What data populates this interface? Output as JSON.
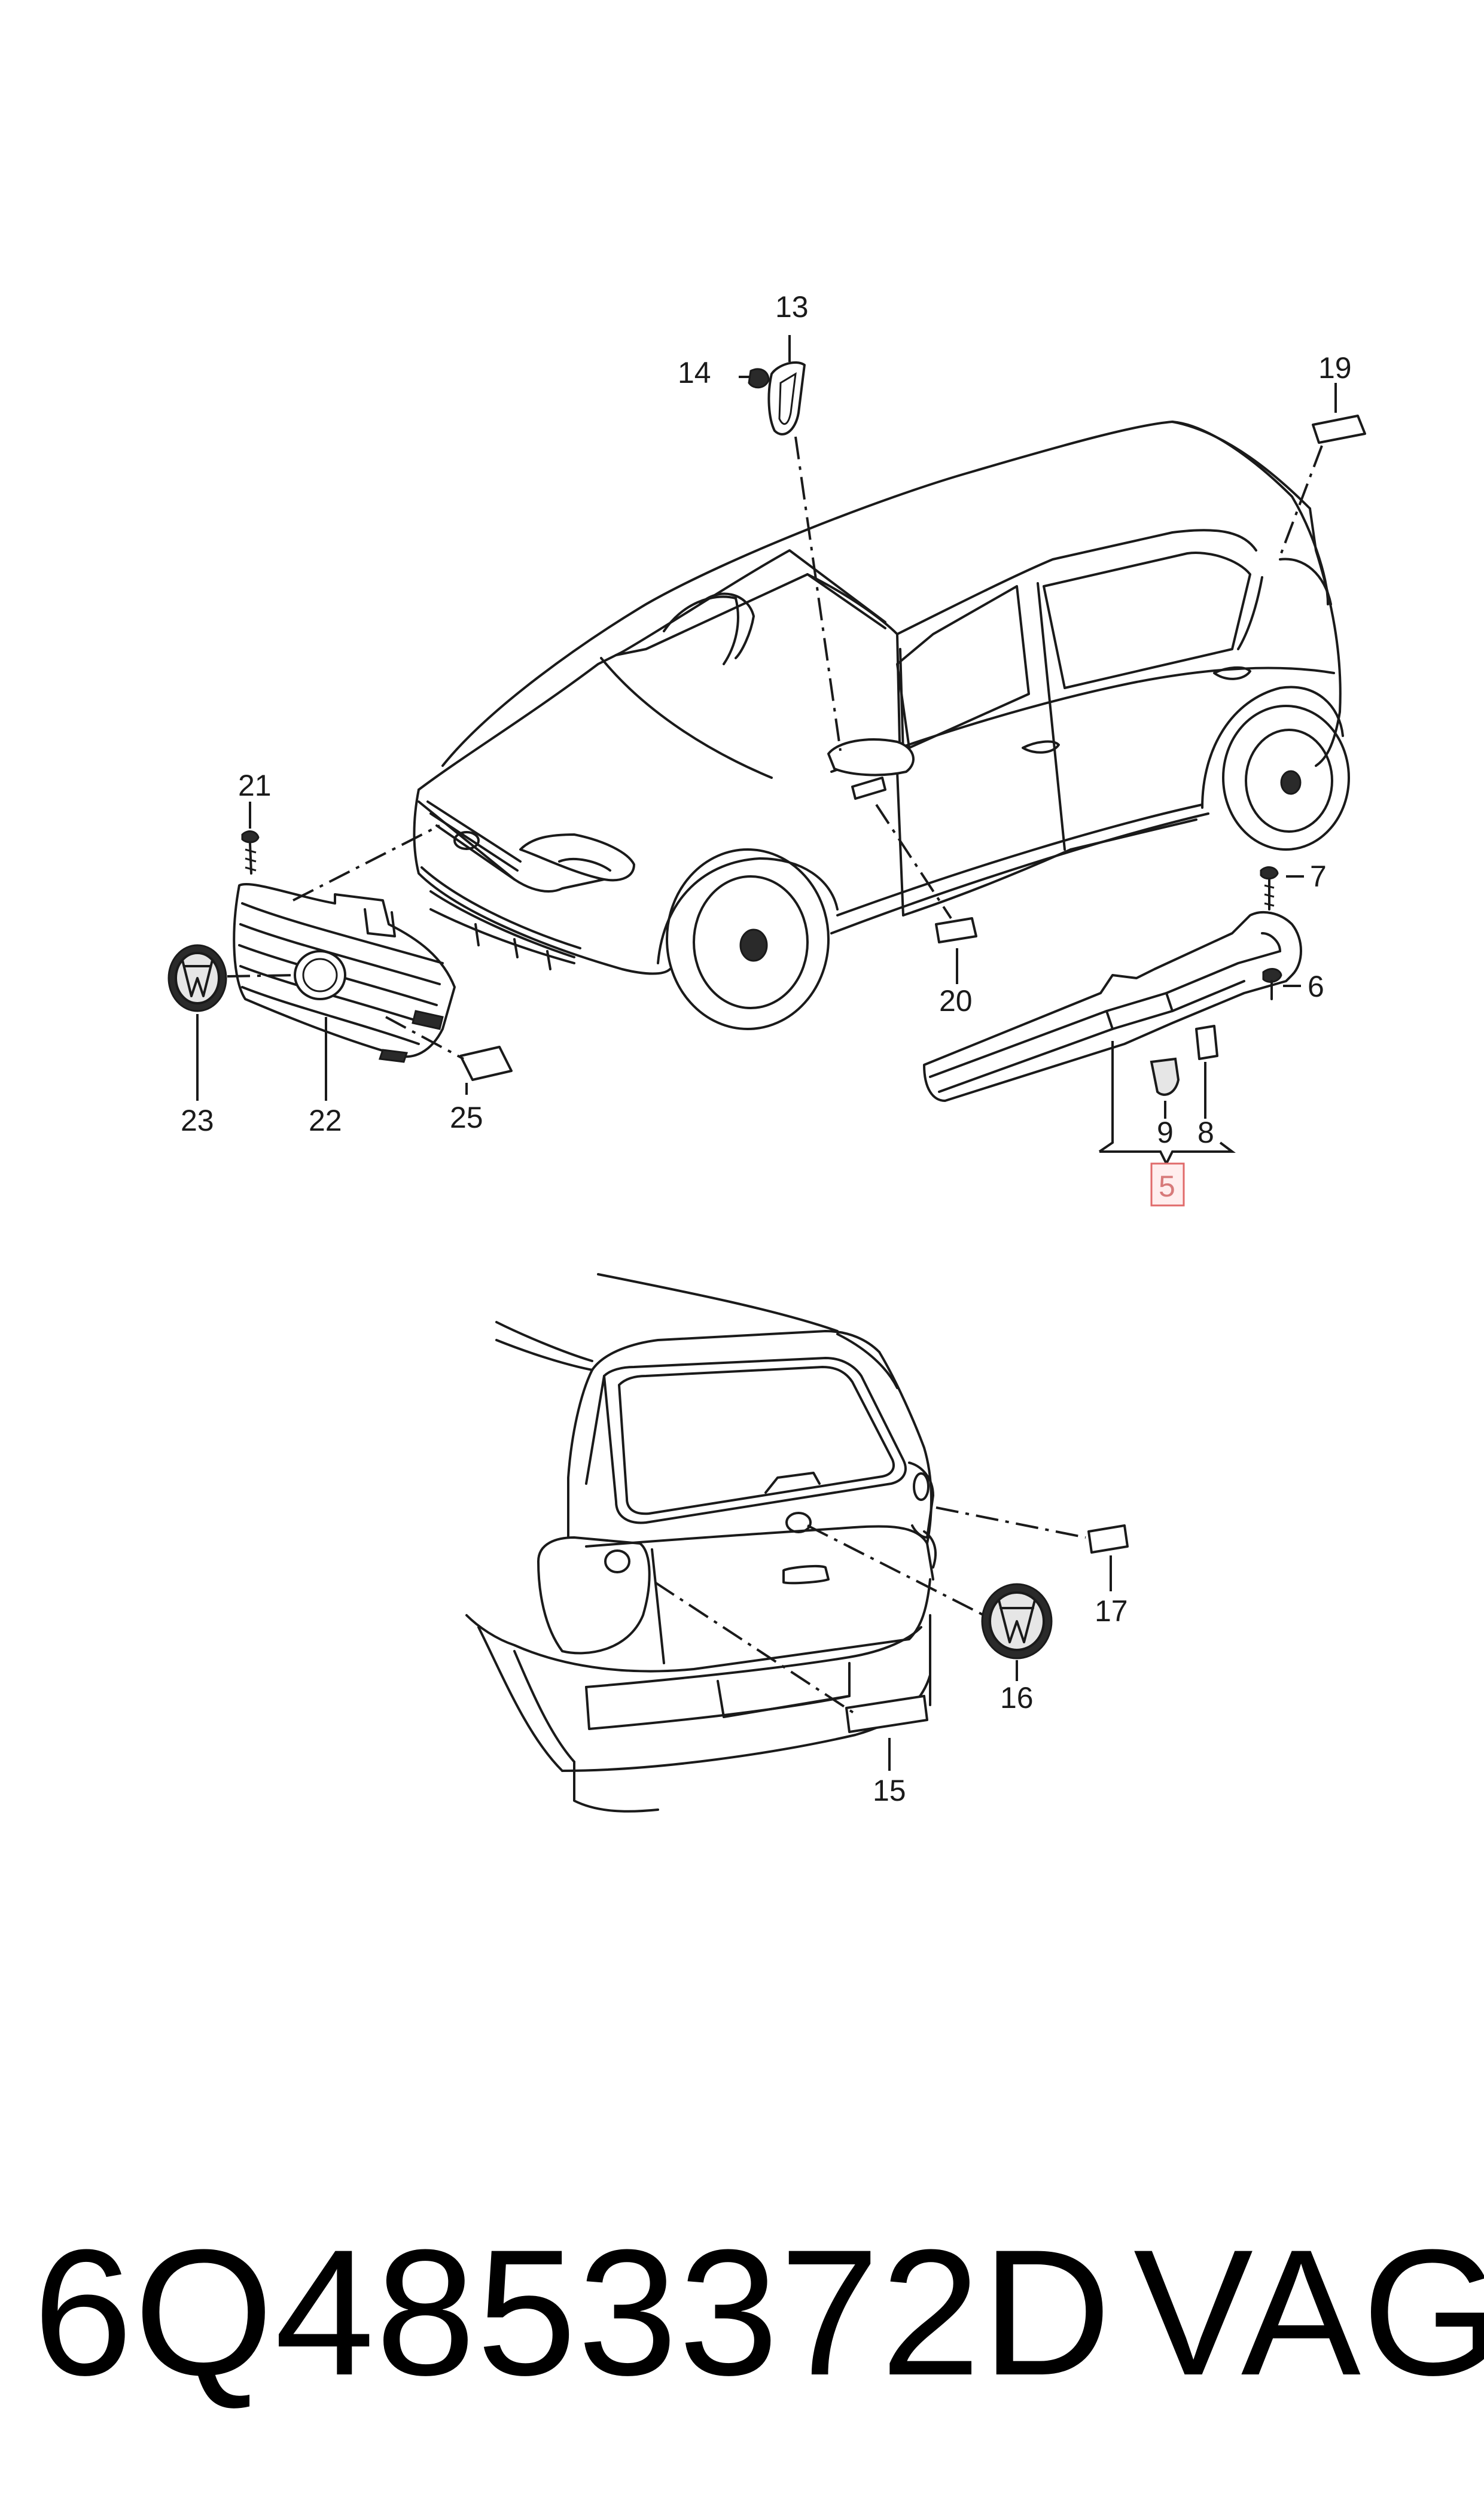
{
  "callouts": {
    "c5": "5",
    "c6": "6",
    "c7": "7",
    "c8": "8",
    "c9": "9",
    "c13": "13",
    "c14": "14",
    "c15": "15",
    "c16": "16",
    "c17": "17",
    "c19": "19",
    "c20": "20",
    "c21": "21",
    "c22": "22",
    "c23": "23",
    "c25": "25"
  },
  "footer": {
    "part_number": "6Q4853372D",
    "brand": "VAG"
  },
  "highlight_color": "#e06a6a"
}
